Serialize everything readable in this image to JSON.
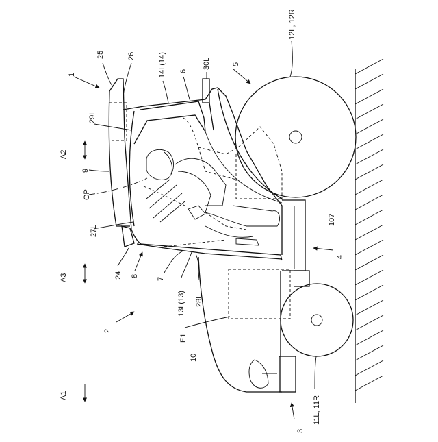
{
  "labels": {
    "l25": "25",
    "l26": "26",
    "l1": "1",
    "l14": "14L(14)",
    "l6": "6",
    "l30": "30L",
    "l5": "5",
    "l12": "12L, 12R",
    "l29": "29L",
    "a2": "A2",
    "l9": "9",
    "op": "OP",
    "l27": "27L",
    "l107": "107",
    "a3": "A3",
    "l24": "24",
    "l8": "8",
    "l7": "7",
    "l13": "13L(13)",
    "l28": "28L",
    "l4": "4",
    "l2": "2",
    "e1": "E1",
    "l10": "10",
    "a1": "A1",
    "l3": "3",
    "l11": "11L, 11R"
  },
  "colors": {
    "line": "#111111",
    "background": "#ffffff"
  }
}
